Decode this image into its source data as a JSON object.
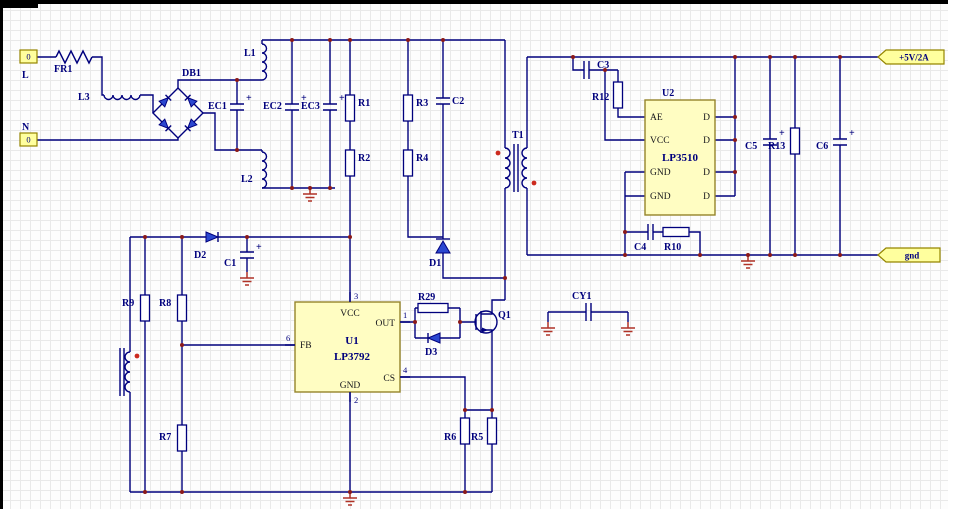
{
  "ports": {
    "l_value": "0",
    "l_label": "L",
    "n_value": "0",
    "n_label": "N"
  },
  "net_labels": {
    "vout": "+5V/2A",
    "gnd": "gnd"
  },
  "components": {
    "fr1": "FR1",
    "l3": "L3",
    "db1": "DB1",
    "l1": "L1",
    "l2": "L2",
    "ec1": "EC1",
    "ec2": "EC2",
    "ec3": "EC3",
    "r1": "R1",
    "r2": "R2",
    "r3": "R3",
    "r4": "R4",
    "c2": "C2",
    "t1": "T1",
    "d1": "D1",
    "d2": "D2",
    "c1": "C1",
    "r9": "R9",
    "r8": "R8",
    "r7": "R7",
    "r29": "R29",
    "d3": "D3",
    "q1": "Q1",
    "r6": "R6",
    "r5": "R5",
    "cy1": "CY1",
    "c3": "C3",
    "r12": "R12",
    "c4": "C4",
    "r10": "R10",
    "c5": "C5",
    "r13": "R13",
    "c6": "C6",
    "plus": "+"
  },
  "u1": {
    "designator": "U1",
    "part": "LP3792",
    "pin_vcc": "VCC",
    "pin_fb": "FB",
    "pin_out": "OUT",
    "pin_cs": "CS",
    "pin_gnd": "GND",
    "num_vcc": "3",
    "num_fb": "6",
    "num_out": "1",
    "num_cs": "4",
    "num_gnd": "2"
  },
  "u2": {
    "designator": "U2",
    "part": "LP3510",
    "left_pins": [
      "AE",
      "VCC",
      "GND",
      "GND"
    ],
    "right_pins": [
      "D",
      "D",
      "D",
      "D"
    ]
  }
}
